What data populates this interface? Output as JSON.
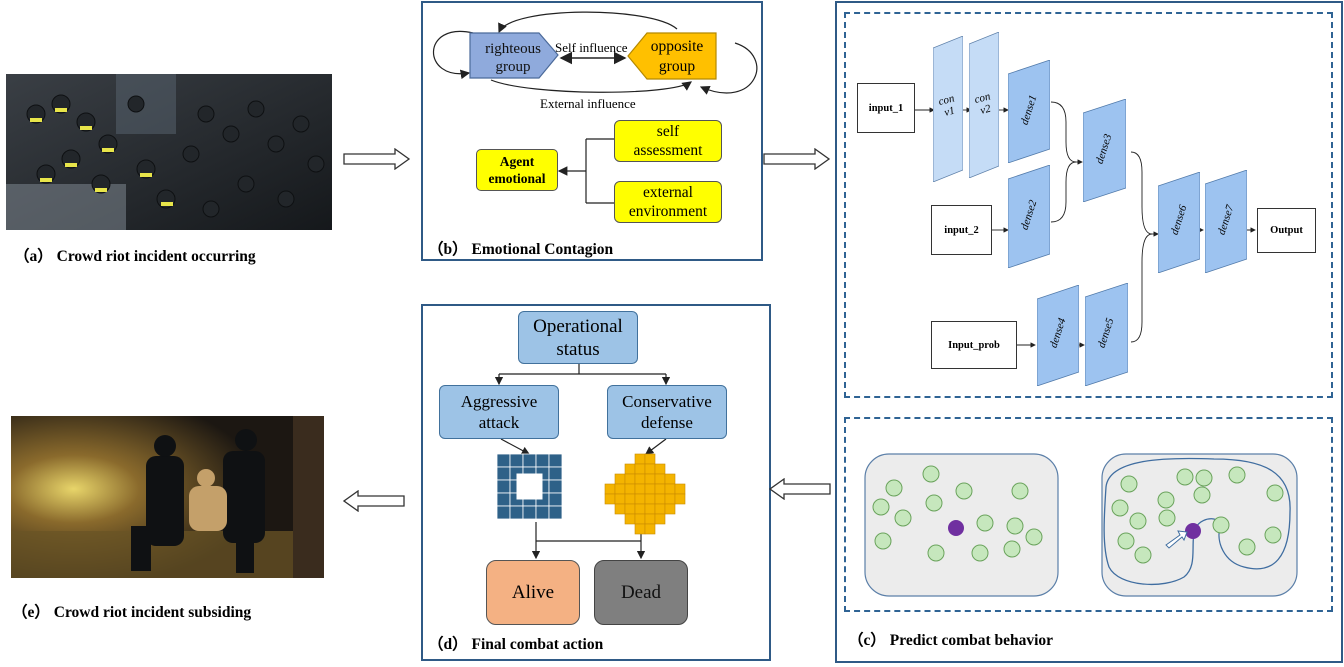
{
  "captions": {
    "a": "（a） Crowd riot incident  occurring",
    "b": "（b） Emotional Contagion",
    "c": "（c） Predict combat behavior",
    "d": "（d） Final combat action",
    "e": "（e） Crowd riot incident subsiding"
  },
  "emotional": {
    "righteous": [
      "righteous",
      "group"
    ],
    "opposite": [
      "opposite",
      "group"
    ],
    "self_influence": "Self influence",
    "external_influence": "External influence",
    "agent": [
      "Agent",
      "emotional"
    ],
    "self_assessment": [
      "self",
      "assessment"
    ],
    "external_environment": [
      "external",
      "environment"
    ]
  },
  "network": {
    "input_1": "input_1",
    "input_2": "input_2",
    "input_prob": "Input_prob",
    "conv1": [
      "con",
      "v1"
    ],
    "conv2": [
      "con",
      "v2"
    ],
    "dense1": "dense1",
    "dense2": "dense2",
    "dense3": "dense3",
    "dense4": "dense4",
    "dense5": "dense5",
    "dense6": "dense6",
    "dense7": "dense7",
    "output": "Output"
  },
  "combat": {
    "status": [
      "Operational",
      "status"
    ],
    "aggressive": [
      "Aggressive",
      "attack"
    ],
    "conservative": [
      "Conservative",
      "defense"
    ],
    "alive": "Alive",
    "dead": "Dead"
  },
  "colors": {
    "panel_border": "#2f5a86",
    "righteous_fill": "#8faadc",
    "opposite_fill": "#ffc000",
    "yellow_box": "#ffff00",
    "layer_fill": "#9dc3f0",
    "conv_fill": "#c5dcf6",
    "status_fill": "#9dc3e6",
    "grid_blue": "#2e6188",
    "grid_gold": "#f4b400",
    "alive_fill": "#f4b183",
    "dead_fill": "#7f7f7f",
    "agent_green": "#c6e7bd",
    "agent_purple": "#7030a0"
  }
}
